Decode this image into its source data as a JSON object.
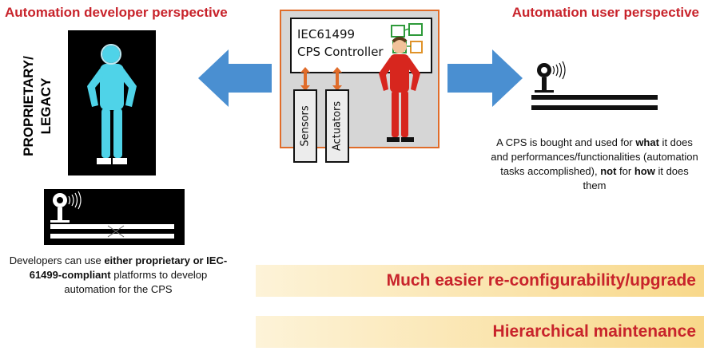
{
  "left": {
    "heading": "Automation developer perspective",
    "side_label_line1": "PROPRIETARY/",
    "side_label_line2": "LEGACY",
    "caption_part1": "Developers can use ",
    "caption_bold": "either proprietary or IEC-61499-compliant",
    "caption_part2": " platforms to develop automation for the CPS"
  },
  "center": {
    "controller_line1": "IEC61499",
    "controller_line2": "CPS Controller",
    "sensors_label": "Sensors",
    "actuators_label": "Actuators"
  },
  "right": {
    "heading": "Automation user perspective",
    "caption_part1": "A CPS is bought and used for ",
    "caption_bold1": "what",
    "caption_part2": " it does and performances/functionalities (automation tasks accomplished), ",
    "caption_bold2": "not",
    "caption_part3": " for ",
    "caption_bold3": "how",
    "caption_part4": " it does them"
  },
  "banners": {
    "top": "Much easier re-configurability/upgrade",
    "bottom": "Hierarchical maintenance"
  },
  "colors": {
    "accent_red": "#c8232b",
    "arrow_blue": "#4a8fd1",
    "frame_orange": "#e06c2a",
    "figure_cyan": "#4fd3e8",
    "figure_red": "#d7261e"
  }
}
